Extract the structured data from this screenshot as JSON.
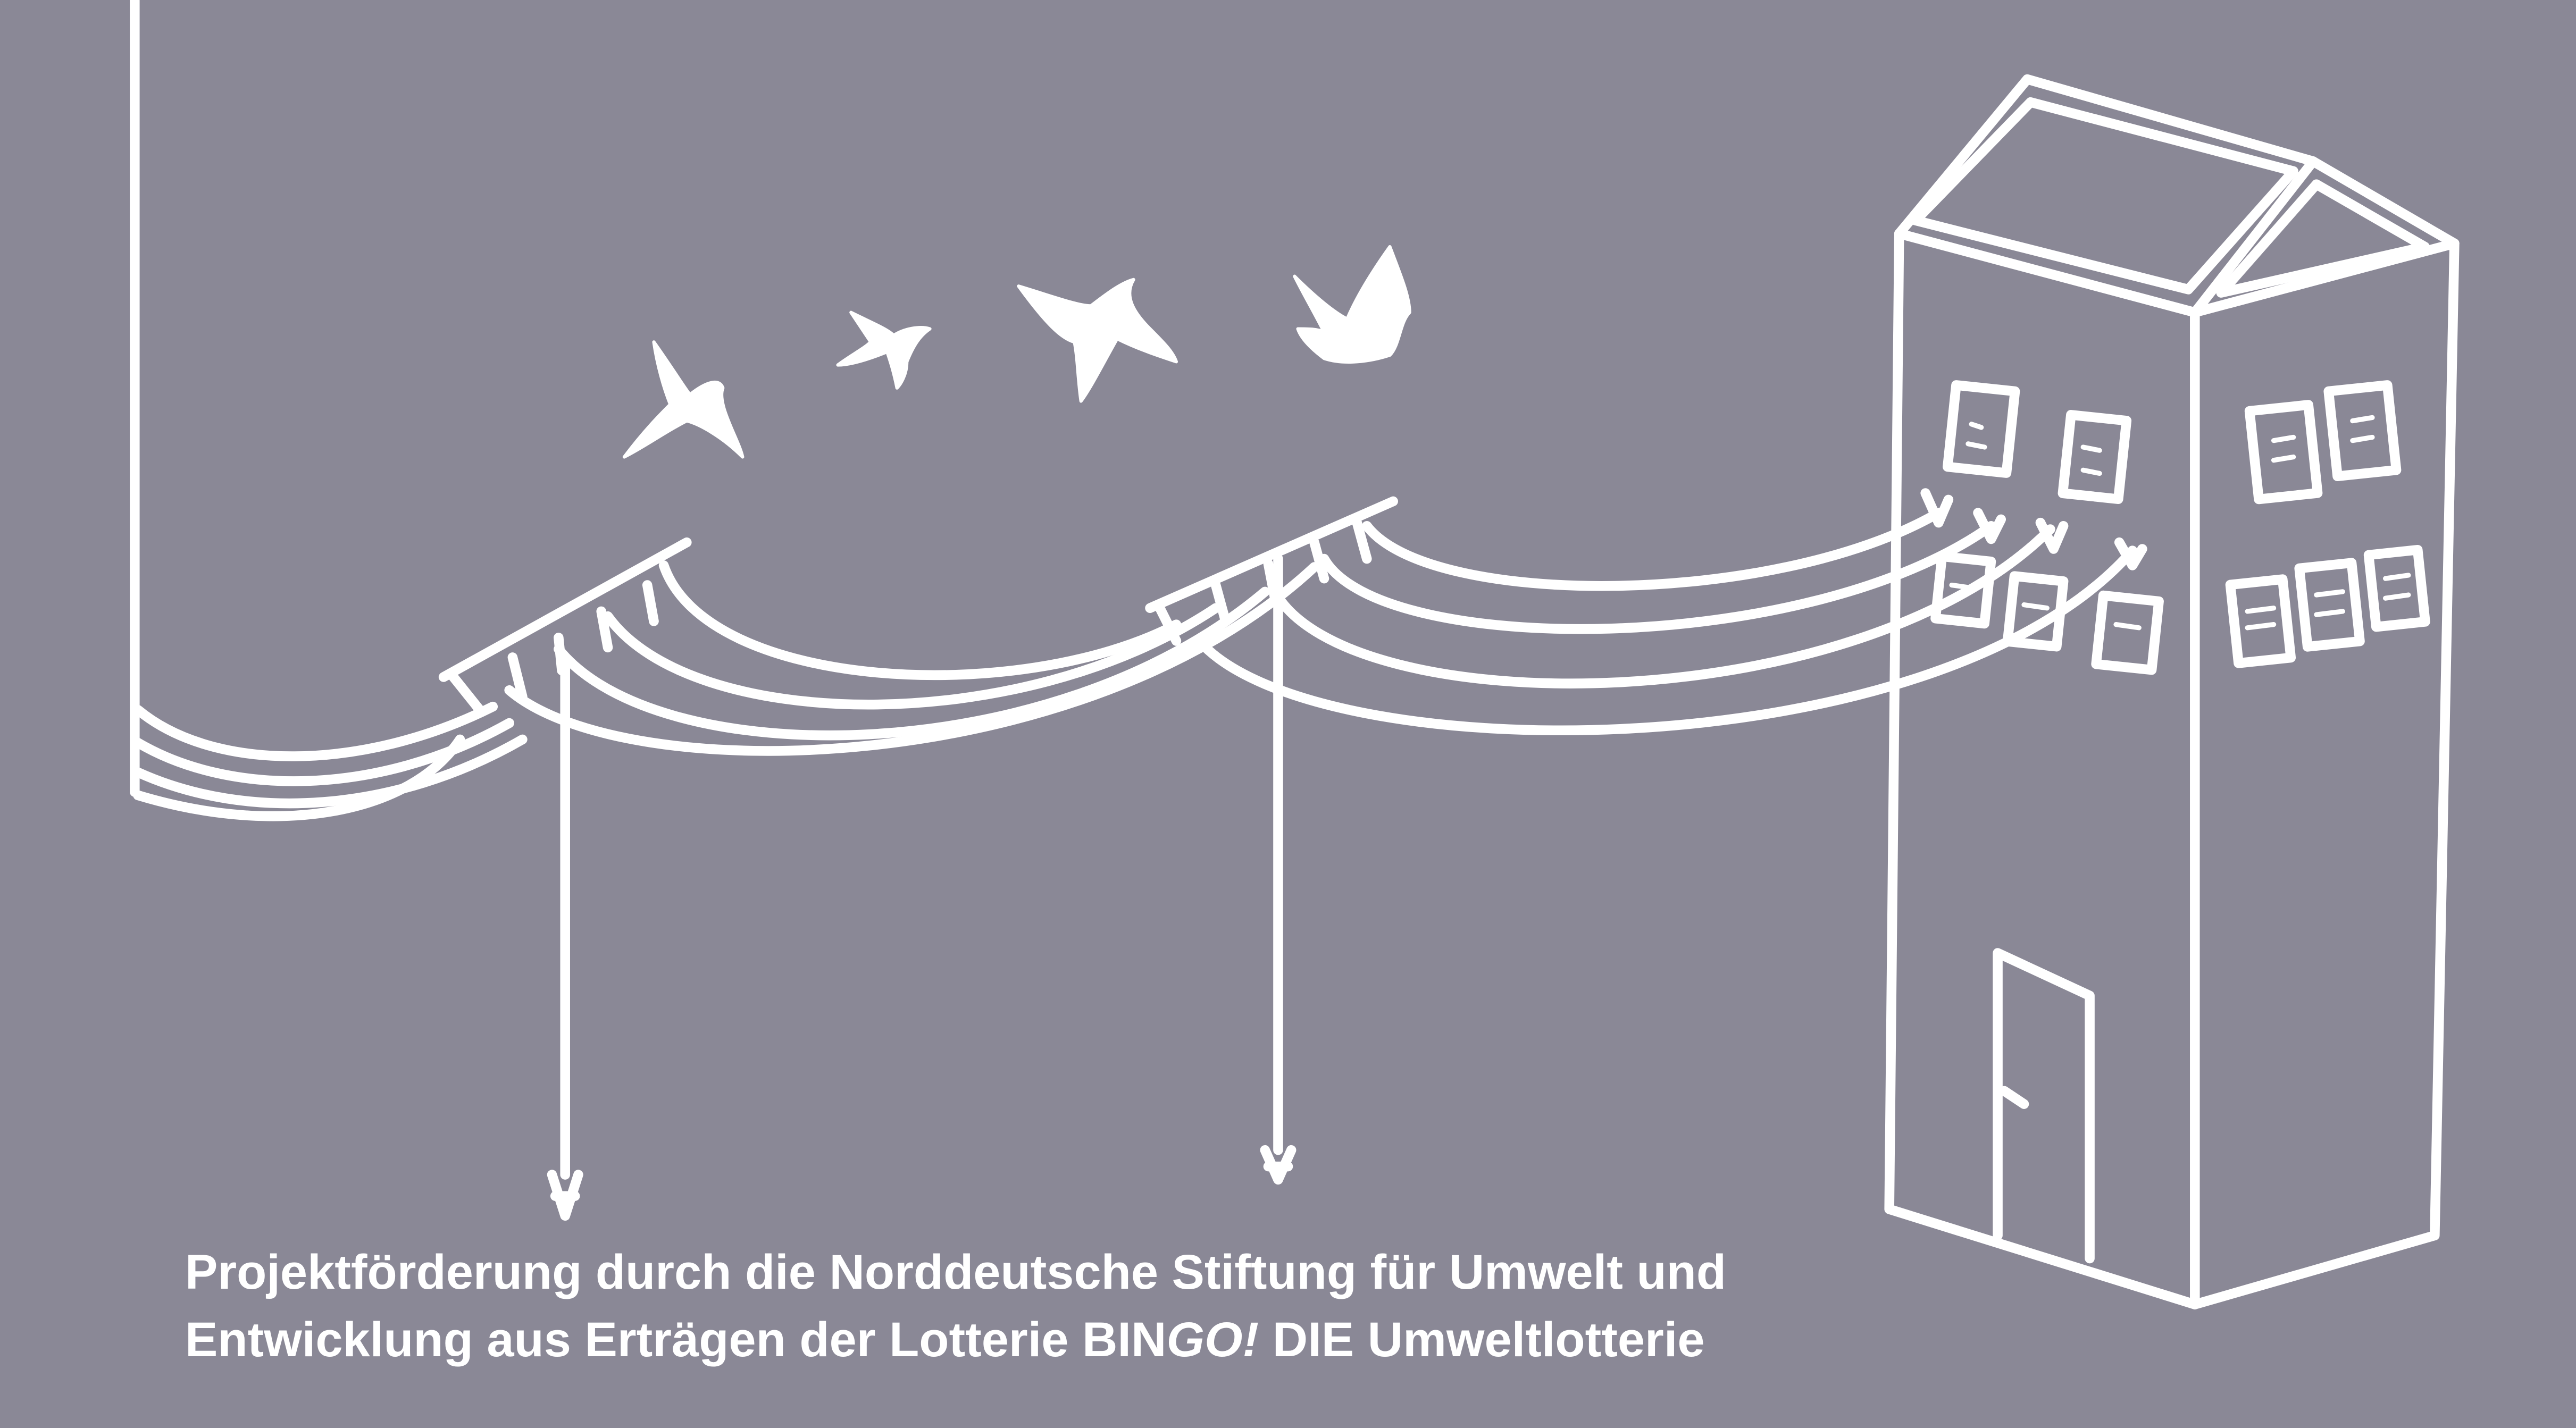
{
  "caption": {
    "line1": "Projektförderung durch die Norddeutsche Stiftung für Umwelt und",
    "line2_before": "Entwicklung aus Erträgen der Lotterie BIN",
    "line2_italic": "GO!",
    "line2_after": " DIE Umweltlotterie"
  },
  "colors": {
    "background": "#8a8896",
    "drawing": "#ffffff"
  },
  "illustration": {
    "elements": [
      "power-poles",
      "power-lines",
      "birds",
      "house"
    ]
  }
}
